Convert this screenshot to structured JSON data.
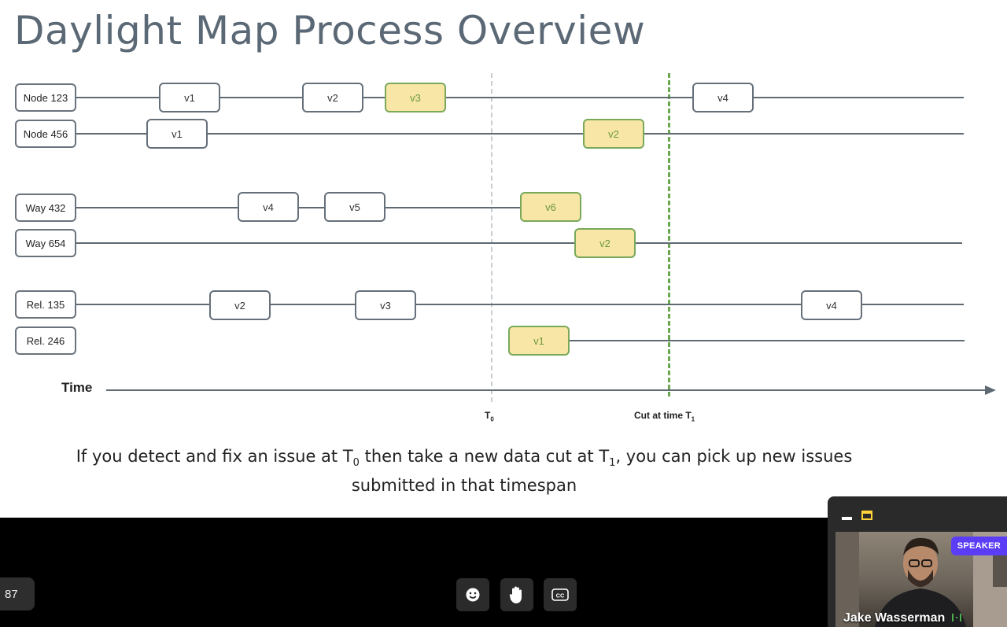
{
  "slide": {
    "title": "Daylight Map Process Overview",
    "lanes": [
      {
        "label": "Node 123",
        "versions": [
          {
            "label": "v1",
            "highlighted": false
          },
          {
            "label": "v2",
            "highlighted": false
          },
          {
            "label": "v3",
            "highlighted": true
          },
          {
            "label": "v4",
            "highlighted": false
          }
        ]
      },
      {
        "label": "Node 456",
        "versions": [
          {
            "label": "v1",
            "highlighted": false
          },
          {
            "label": "v2",
            "highlighted": true
          }
        ]
      },
      {
        "label": "Way 432",
        "versions": [
          {
            "label": "v4",
            "highlighted": false
          },
          {
            "label": "v5",
            "highlighted": false
          },
          {
            "label": "v6",
            "highlighted": true
          }
        ]
      },
      {
        "label": "Way 654",
        "versions": [
          {
            "label": "v2",
            "highlighted": true
          }
        ]
      },
      {
        "label": "Rel. 135",
        "versions": [
          {
            "label": "v2",
            "highlighted": false
          },
          {
            "label": "v3",
            "highlighted": false
          },
          {
            "label": "v4",
            "highlighted": false
          }
        ]
      },
      {
        "label": "Rel. 246",
        "versions": [
          {
            "label": "v1",
            "highlighted": true
          }
        ]
      }
    ],
    "time_label": "Time",
    "t0_marker": {
      "main": "T",
      "sub": "0"
    },
    "t1_marker": {
      "main": "Cut at time T",
      "sub": "1"
    },
    "caption": {
      "part1": "If you detect and fix an issue at T",
      "sub0": "0",
      "part2": " then take a new data cut at T",
      "sub1": "1",
      "part3": ", you can pick up new issues",
      "line2": "submitted in that timespan"
    },
    "colors": {
      "highlight_fill": "#f7e6a6",
      "highlight_border": "#7aa95a",
      "cut_line": "#6aa84f",
      "title": "#5b6875"
    }
  },
  "meeting": {
    "slide_counter": "87",
    "controls": [
      {
        "name": "reaction-button",
        "icon": "smiley-icon"
      },
      {
        "name": "raise-hand-button",
        "icon": "hand-icon"
      },
      {
        "name": "captions-button",
        "icon": "cc-icon"
      }
    ],
    "speaker_badge": "SPEAKER",
    "speaker_name": "Jake Wasserman"
  }
}
